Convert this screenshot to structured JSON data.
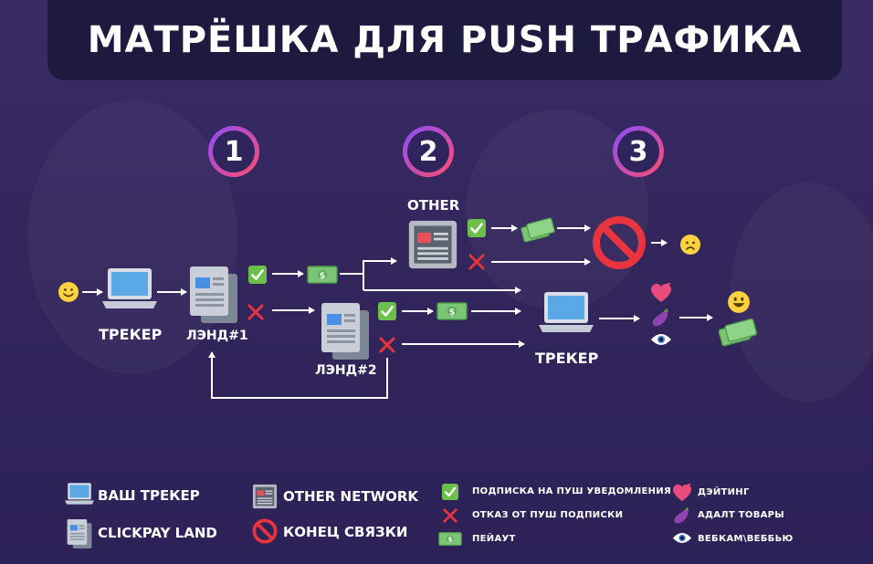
{
  "title": "МАТРЁШКА ДЛЯ PUSH ТРАФИКА",
  "steps": [
    "1",
    "2",
    "3"
  ],
  "nodes": {
    "tracker_left": "ТРЕКЕР",
    "land1": "ЛЭНД#1",
    "land2": "ЛЭНД#2",
    "other": "OTHER",
    "tracker_right": "ТРЕКЕР"
  },
  "legend": {
    "your_tracker": "ВАШ ТРЕКЕР",
    "clickpay_land": "CLICKPAY LAND",
    "other_network": "OTHER NETWORK",
    "end_link": "КОНЕЦ СВЯЗКИ",
    "push_subscribe": "ПОДПИСКА НА ПУШ УВЕДОМЛЕНИЯ",
    "push_refuse": "ОТКАЗ ОТ ПУШ ПОДПИСКИ",
    "payout": "ПЕЙАУТ",
    "dating": "ДЭЙТИНГ",
    "adult_goods": "АДАЛТ ТОВАРЫ",
    "webcam": "ВЕБКАМ\\ВЕББЬЮ"
  },
  "colors": {
    "background": "#3a2b66",
    "title_bar": "#1e1a3f",
    "check": "#6cc04a",
    "cross": "#e8343f",
    "money": "#7cc576",
    "laptop_screen": "#5aa9e6",
    "step_gradient_start": "#8a4dff",
    "step_gradient_end": "#ff4d6d"
  },
  "icons": [
    "laptop-icon",
    "landing-page-icon",
    "other-network-icon",
    "no-entry-icon",
    "check-icon",
    "cross-icon",
    "money-icon",
    "heart-icon",
    "eggplant-icon",
    "eye-icon",
    "smile-icon",
    "sad-face-icon"
  ]
}
